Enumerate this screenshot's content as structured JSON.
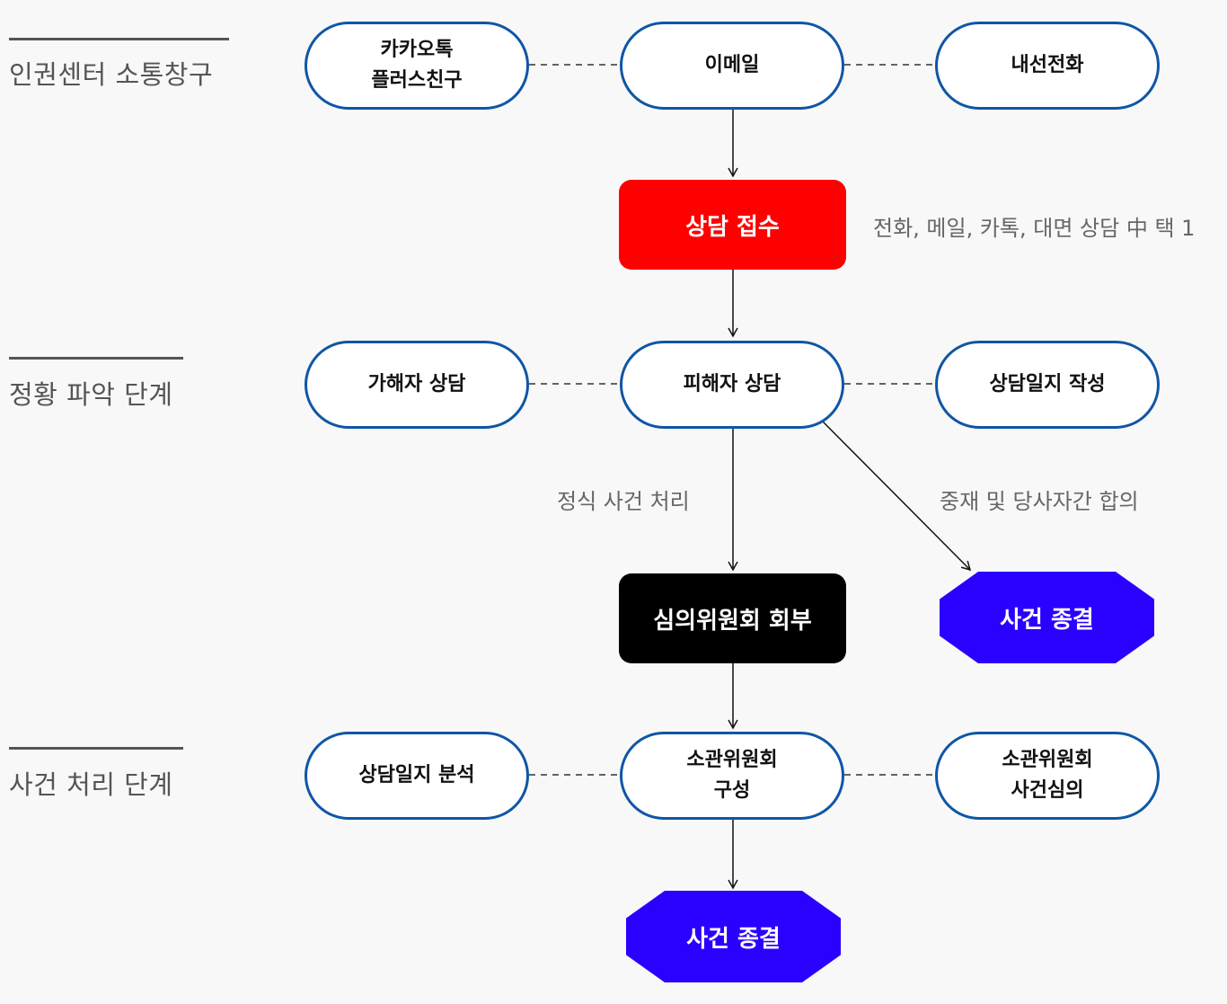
{
  "stages": {
    "communication": "인권센터 소통창구",
    "investigation": "정황 파악 단계",
    "processing": "사건 처리 단계"
  },
  "nodes": {
    "kakao": "카카오톡\n플러스친구",
    "email": "이메일",
    "phone": "내선전화",
    "intake": "상담 접수",
    "offender": "가해자 상담",
    "victim": "피해자 상담",
    "log_write": "상담일지  작성",
    "committee_refer": "심의위원회 회부",
    "close_mediation": "사건 종결",
    "log_analysis": "상담일지 분석",
    "committee_form": "소관위원회\n구성",
    "committee_review": "소관위원회\n사건심의",
    "close_final": "사건 종결"
  },
  "notes": {
    "intake": "전화, 메일, 카톡, 대면 상담 中 택 1",
    "formal": "정식 사건 처리",
    "mediation": "중재 및 당사자간 합의"
  },
  "colors": {
    "pill_border": "#0f56a5",
    "intake": "#ff0000",
    "committee": "#000000",
    "close": "#2a00ff"
  }
}
